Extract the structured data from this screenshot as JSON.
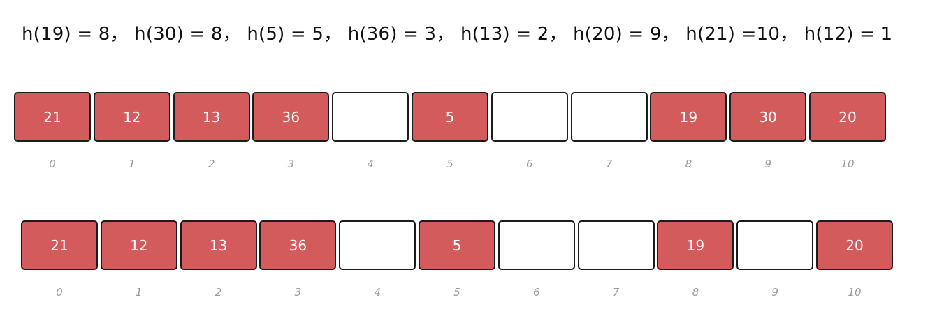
{
  "heading": "h(19) = 8， h(30) = 8， h(5) = 5， h(36) = 3， h(13) = 2， h(20) = 9， h(21) =10， h(12) = 1",
  "fill_color": "#d45b5b",
  "tables": [
    {
      "cells": [
        {
          "index": "0",
          "value": "21"
        },
        {
          "index": "1",
          "value": "12"
        },
        {
          "index": "2",
          "value": "13"
        },
        {
          "index": "3",
          "value": "36"
        },
        {
          "index": "4",
          "value": ""
        },
        {
          "index": "5",
          "value": "5"
        },
        {
          "index": "6",
          "value": ""
        },
        {
          "index": "7",
          "value": ""
        },
        {
          "index": "8",
          "value": "19"
        },
        {
          "index": "9",
          "value": "30"
        },
        {
          "index": "10",
          "value": "20"
        }
      ]
    },
    {
      "cells": [
        {
          "index": "0",
          "value": "21"
        },
        {
          "index": "1",
          "value": "12"
        },
        {
          "index": "2",
          "value": "13"
        },
        {
          "index": "3",
          "value": "36"
        },
        {
          "index": "4",
          "value": ""
        },
        {
          "index": "5",
          "value": "5"
        },
        {
          "index": "6",
          "value": ""
        },
        {
          "index": "7",
          "value": ""
        },
        {
          "index": "8",
          "value": "19"
        },
        {
          "index": "9",
          "value": ""
        },
        {
          "index": "10",
          "value": "20"
        }
      ]
    }
  ]
}
